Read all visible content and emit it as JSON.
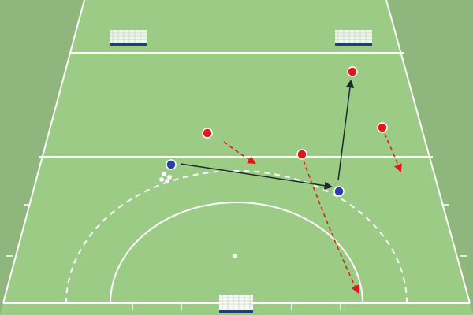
{
  "colors": {
    "side_strip": "#8fb77d",
    "field": "#9ccb86",
    "lines": "#ffffff",
    "attacker": "#2b3bb0",
    "defender": "#e4161b",
    "pass_arrow": "#1c2a2a",
    "run_arrow": "#e4161b",
    "goal_net": "#ffffff",
    "goal_bar": "#1f3f7a",
    "ball": "#ffffff"
  },
  "elements": {
    "field": "field-hockey-pitch",
    "goals": [
      "goal-top-left",
      "goal-top-right",
      "goal-bottom"
    ],
    "attackers": 2,
    "defenders": 4,
    "balls": 4,
    "pass_arrows": 2,
    "run_arrows": 3
  }
}
